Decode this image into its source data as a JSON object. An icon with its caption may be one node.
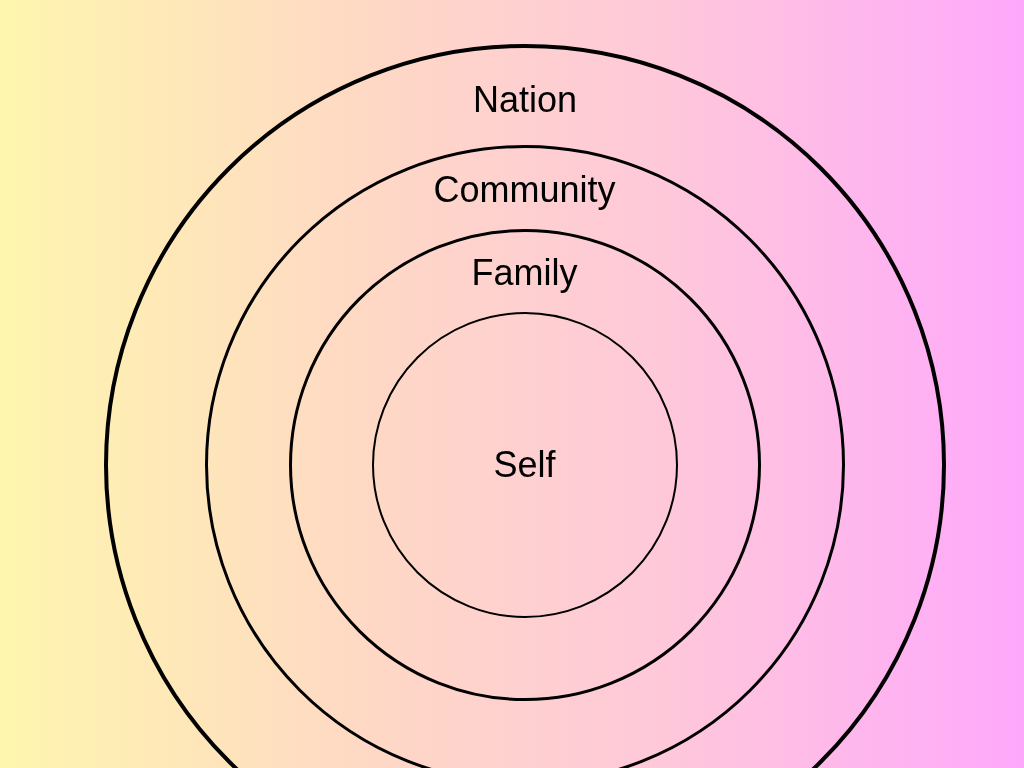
{
  "diagram": {
    "nodes": [
      {
        "text": [
          "Nation"
        ]
      },
      {
        "text": [
          "Community"
        ],
        "in": 0
      },
      {
        "text": [
          "Family"
        ],
        "in": 1
      },
      {
        "text": [
          "Self"
        ],
        "in": 2
      }
    ]
  }
}
